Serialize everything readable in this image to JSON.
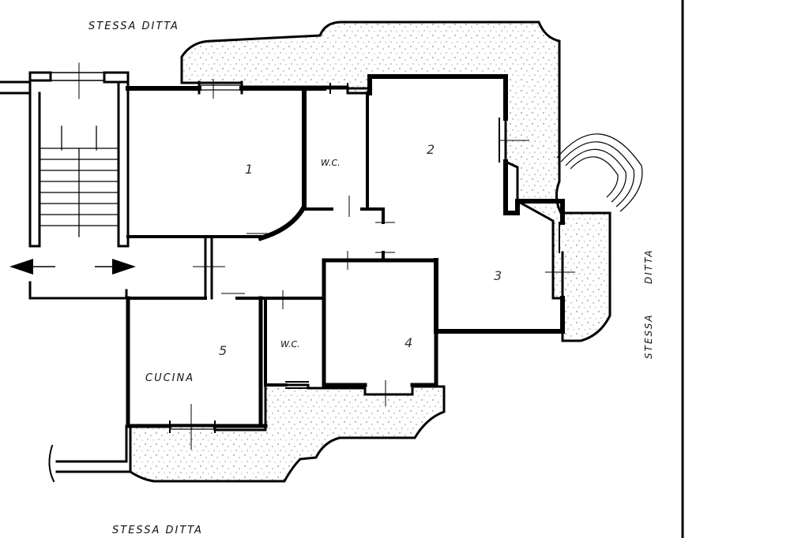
{
  "labels": {
    "top": "STESSA DITTA",
    "bottom": "STESSA DITTA",
    "right_stessa": "STESSA",
    "right_ditta": "DITTA",
    "wc_upper": "W.C.",
    "wc_lower": "W.C.",
    "kitchen": "CUCINA"
  },
  "colors": {
    "wall": "#000000",
    "paper": "#ffffff",
    "terrace_dots": "#555555"
  }
}
